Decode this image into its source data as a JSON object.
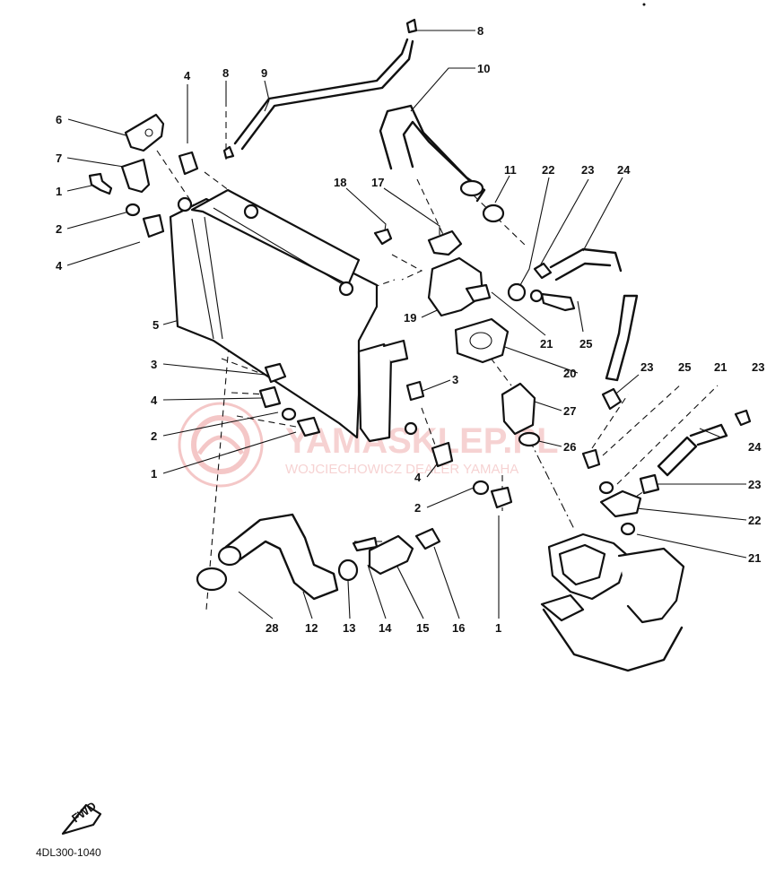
{
  "diagram": {
    "drawing_code": "4DL300-1040",
    "direction_marker": "FWD",
    "callouts": [
      {
        "id": "c8a",
        "label": "8"
      },
      {
        "id": "c10",
        "label": "10"
      },
      {
        "id": "c4a",
        "label": "4"
      },
      {
        "id": "c8b",
        "label": "8"
      },
      {
        "id": "c9",
        "label": "9"
      },
      {
        "id": "c6",
        "label": "6"
      },
      {
        "id": "c7",
        "label": "7"
      },
      {
        "id": "c1a",
        "label": "1"
      },
      {
        "id": "c2a",
        "label": "2"
      },
      {
        "id": "c4b",
        "label": "4"
      },
      {
        "id": "c5",
        "label": "5"
      },
      {
        "id": "c18",
        "label": "18"
      },
      {
        "id": "c17",
        "label": "17"
      },
      {
        "id": "c11",
        "label": "11"
      },
      {
        "id": "c22a",
        "label": "22"
      },
      {
        "id": "c23a",
        "label": "23"
      },
      {
        "id": "c24a",
        "label": "24"
      },
      {
        "id": "c19",
        "label": "19"
      },
      {
        "id": "c21a",
        "label": "21"
      },
      {
        "id": "c25a",
        "label": "25"
      },
      {
        "id": "c20",
        "label": "20"
      },
      {
        "id": "c3a",
        "label": "3"
      },
      {
        "id": "c3b",
        "label": "3"
      },
      {
        "id": "c4c",
        "label": "4"
      },
      {
        "id": "c2b",
        "label": "2"
      },
      {
        "id": "c1b",
        "label": "1"
      },
      {
        "id": "c27",
        "label": "27"
      },
      {
        "id": "c26",
        "label": "26"
      },
      {
        "id": "c4d",
        "label": "4"
      },
      {
        "id": "c2c",
        "label": "2"
      },
      {
        "id": "c23b",
        "label": "23"
      },
      {
        "id": "c25b",
        "label": "25"
      },
      {
        "id": "c21b",
        "label": "21"
      },
      {
        "id": "c23c",
        "label": "23"
      },
      {
        "id": "c24b",
        "label": "24"
      },
      {
        "id": "c23d",
        "label": "23"
      },
      {
        "id": "c22b",
        "label": "22"
      },
      {
        "id": "c21c",
        "label": "21"
      },
      {
        "id": "c28",
        "label": "28"
      },
      {
        "id": "c12",
        "label": "12"
      },
      {
        "id": "c13",
        "label": "13"
      },
      {
        "id": "c14",
        "label": "14"
      },
      {
        "id": "c15",
        "label": "15"
      },
      {
        "id": "c16",
        "label": "16"
      },
      {
        "id": "c1c",
        "label": "1"
      }
    ]
  },
  "watermark": {
    "title": "YAMASKLEP.PL",
    "subtitle": "WOJCIECHOWICZ DEALER YAMAHA",
    "color": "#e06060"
  }
}
